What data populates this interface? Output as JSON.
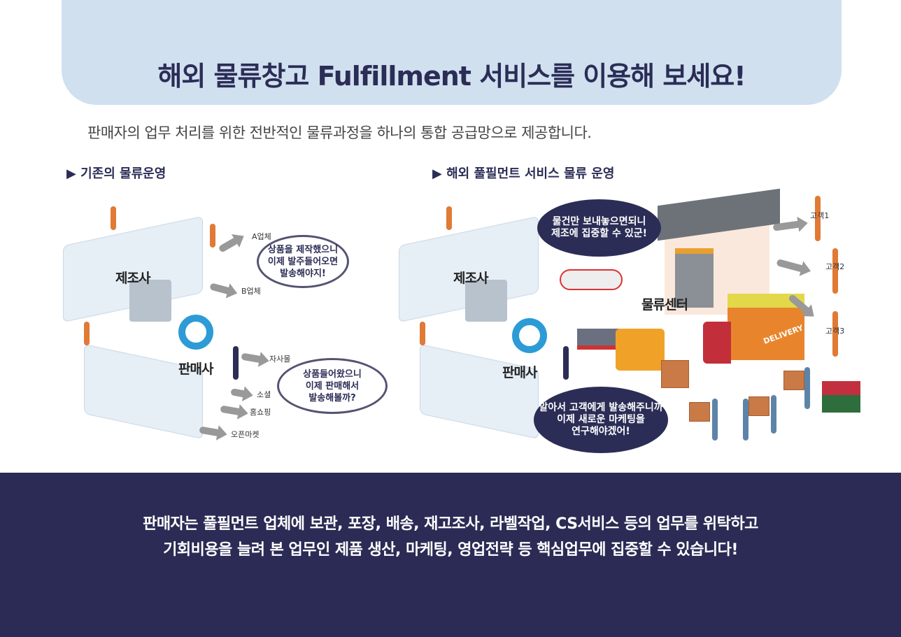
{
  "header": {
    "title": "해외 물류창고 Fulfillment 서비스를 이용해 보세요!",
    "subtitle": "판매자의 업무 처리를 위한 전반적인 물류과정을 하나의 통합 공급망으로 제공합니다."
  },
  "left": {
    "heading": "▶ 기존의 물류운영",
    "manufacturer": "제조사",
    "seller": "판매사",
    "bubble1": "상품을 제작했으니\n이제 발주들어오면\n발송해야지!",
    "bubble2": "상품들어왔으니\n이제 판매해서\n발송해볼까?",
    "targets": [
      "A업체",
      "B업체",
      "자사몰",
      "소셜",
      "홈쇼핑",
      "오픈마켓"
    ]
  },
  "right": {
    "heading": "▶ 해외 풀필먼트 서비스 물류 운영",
    "manufacturer": "제조사",
    "seller": "판매사",
    "center": "물류센터",
    "bubble1": "물건만 보내놓으면되니\n제조에 집중할 수 있군!",
    "bubble2": "알아서 고객에게 발송해주니까\n이제 새로운 마케팅을\n연구해야겠어!",
    "truck_text": "DELIVERY",
    "customers": [
      "고객1",
      "고객2",
      "고객3"
    ]
  },
  "footer": {
    "line1": "판매자는 풀필먼트 업체에 보관, 포장, 배송, 재고조사, 라벨작업, CS서비스 등의 업무를 위탁하고",
    "line2": "기회비용을 늘려 본 업무인 제품 생산, 마케팅, 영업전략 등 핵심업무에 집중할 수 있습니다!"
  },
  "colors": {
    "navy": "#2b2d56",
    "banner": "#d0e0ef"
  }
}
